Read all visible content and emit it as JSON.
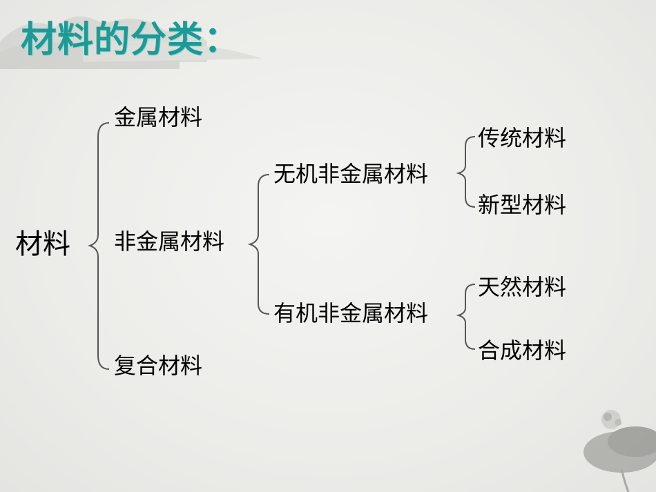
{
  "title": "材料的分类：",
  "root": "材料",
  "level1": [
    "金属材料",
    "非金属材料",
    "复合材料"
  ],
  "level2": [
    "无机非金属材料",
    "有机非金属材料"
  ],
  "level3_inorganic": [
    "传统材料",
    "新型材料"
  ],
  "level3_organic": [
    "天然材料",
    "合成材料"
  ],
  "colors": {
    "title": "#1d9a96",
    "text": "#000000",
    "bracket": "#555555"
  }
}
